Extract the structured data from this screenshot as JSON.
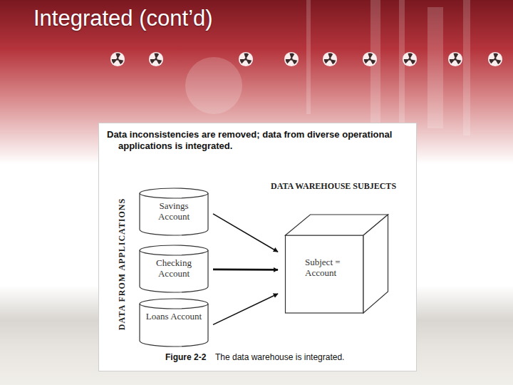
{
  "diagram": {
    "title": "Integrated (cont’d)",
    "caption": "The data warehouse is integrated.",
    "nodes": [
      {
        "text": [
          "Savings Account"
        ]
      },
      {
        "text": [
          "Checking Account"
        ]
      },
      {
        "text": [
          "Loans Account"
        ]
      },
      {
        "text": [
          "Subject = Account"
        ]
      }
    ],
    "edges": [
      {
        "from": 0,
        "to": 3,
        "arrow": "to"
      },
      {
        "from": 1,
        "to": 3,
        "arrow": "to"
      },
      {
        "from": 2,
        "to": 3,
        "arrow": "to"
      }
    ],
    "labels": [
      "Data inconsistencies are removed; data from diverse operational applications is integrated.",
      "DATA WAREHOUSE SUBJECTS",
      "DATA FROM APPLICATIONS",
      "Figure 2-2"
    ]
  }
}
